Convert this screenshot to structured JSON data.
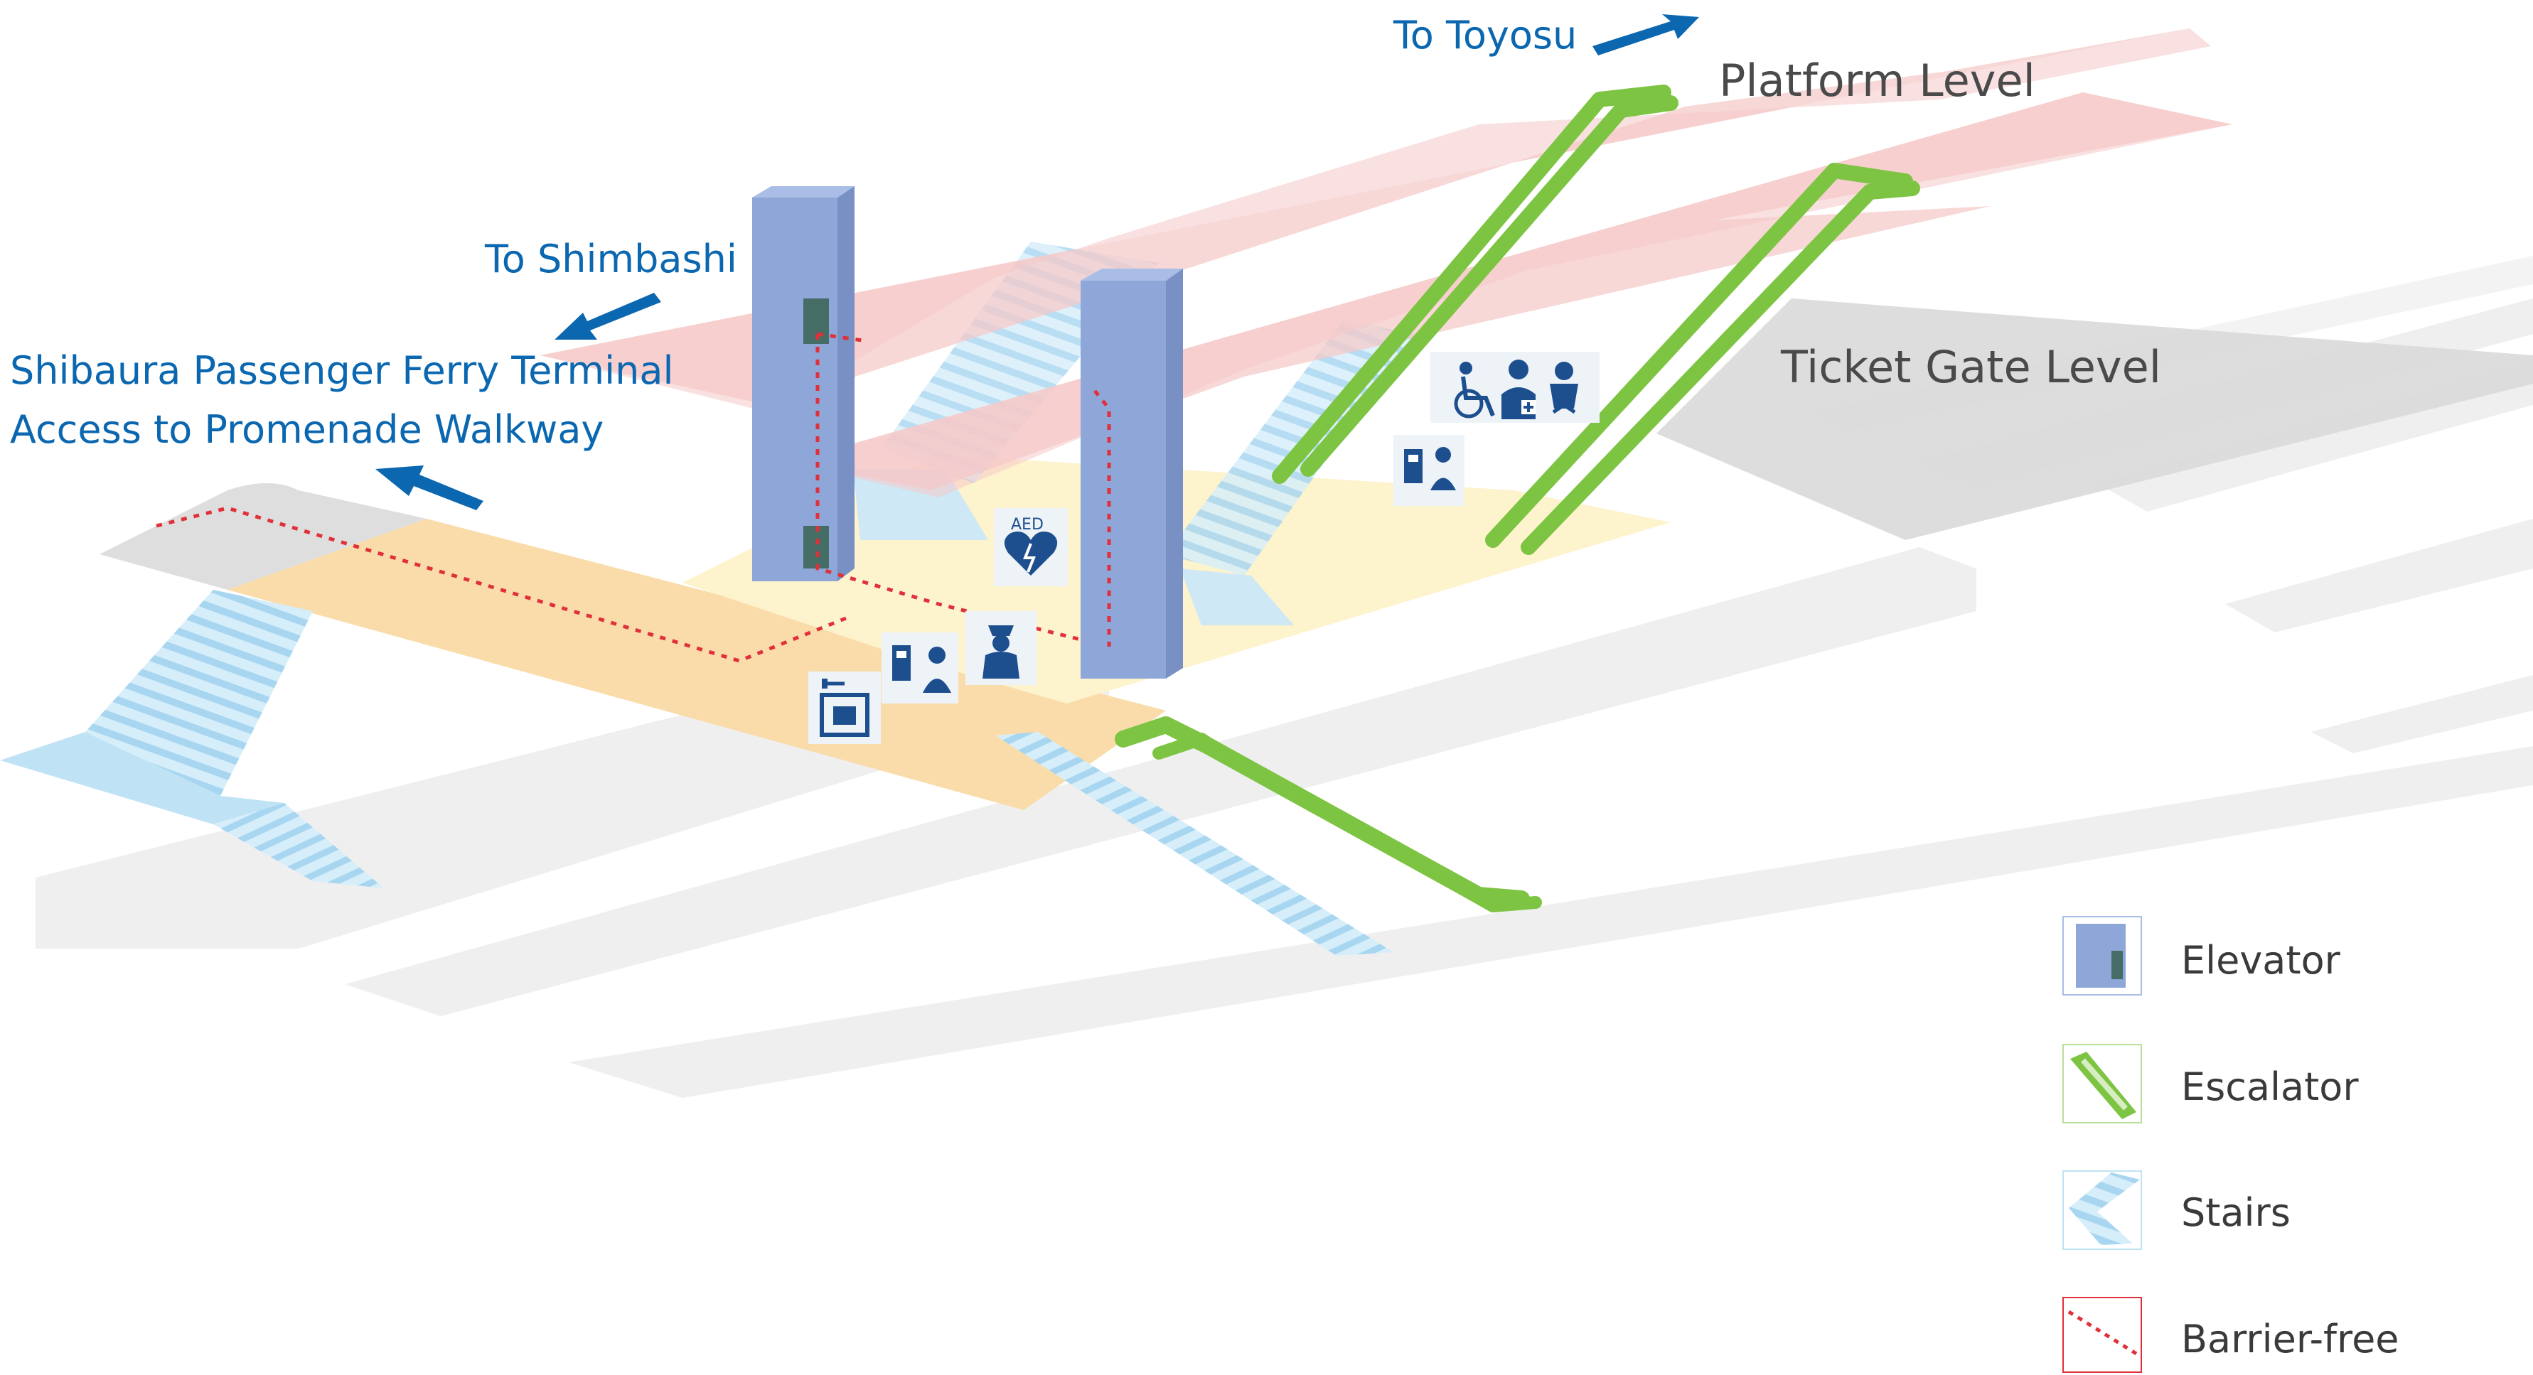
{
  "directions": {
    "to_toyosu": "To Toyosu",
    "to_shimbashi": "To Shimbashi",
    "ferry_terminal": "Shibaura Passenger Ferry Terminal",
    "promenade": "Access to Promenade Walkway"
  },
  "levels": {
    "platform": "Platform Level",
    "ticket_gate": "Ticket Gate Level"
  },
  "icons": {
    "aed_text": "AED"
  },
  "legend": {
    "items": [
      {
        "label": "Elevator"
      },
      {
        "label": "Escalator"
      },
      {
        "label": "Stairs"
      },
      {
        "label": "Barrier-free"
      }
    ]
  },
  "colors": {
    "platform": "#f5c9c9",
    "ticket_concourse": "#fdf2c8",
    "walkway": "#fadcaa",
    "elevator": "#8ea6d8",
    "escalator": "#7ec443",
    "stairs": "#bfe3f5",
    "barrier_free": "#e0303a",
    "road": "#ececec",
    "arrow": "#0a67b0"
  }
}
